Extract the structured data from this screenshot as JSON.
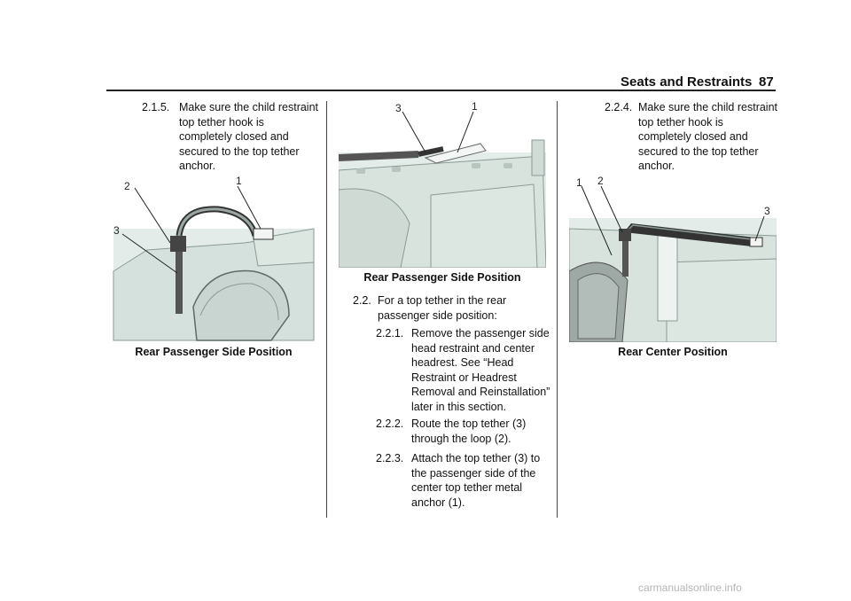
{
  "header": {
    "section_title": "Seats and Restraints",
    "page_number": "87"
  },
  "col1": {
    "step": {
      "number": "2.1.5.",
      "text": "Make sure the child restraint top tether hook is completely closed and secured to the top tether anchor.",
      "lines": [
        "Make sure the child restraint",
        "top tether hook is",
        "completely closed and",
        "secured to the top tether",
        "anchor."
      ]
    },
    "figure": {
      "callouts": [
        "2",
        "1",
        "3"
      ],
      "caption": "Rear Passenger Side Position"
    }
  },
  "col2": {
    "figure": {
      "callouts": [
        "3",
        "1"
      ],
      "caption": "Rear Passenger Side Position"
    },
    "step": {
      "number": "2.2.",
      "lines": [
        "For a top tether in the rear",
        "passenger side position:"
      ]
    },
    "substeps": [
      {
        "number": "2.2.1.",
        "lines": [
          "Remove the passenger side",
          "head restraint and center",
          "headrest. See “Head",
          "Restraint or Headrest",
          "Removal and Reinstallation”",
          "later in this section."
        ]
      },
      {
        "number": "2.2.2.",
        "lines": [
          "Route the top tether (3)",
          "through the loop (2)."
        ]
      },
      {
        "number": "2.2.3.",
        "lines": [
          "Attach the top tether (3) to",
          "the passenger side of the",
          "center top tether metal",
          "anchor (1)."
        ]
      }
    ]
  },
  "col3": {
    "step": {
      "number": "2.2.4.",
      "lines": [
        "Make sure the child restraint",
        "top tether hook is",
        "completely closed and",
        "secured to the top tether",
        "anchor."
      ]
    },
    "figure": {
      "callouts": [
        "1",
        "2",
        "3"
      ],
      "caption": "Rear Center Position"
    }
  },
  "footer": {
    "watermark": "carmanualsonline.info"
  }
}
